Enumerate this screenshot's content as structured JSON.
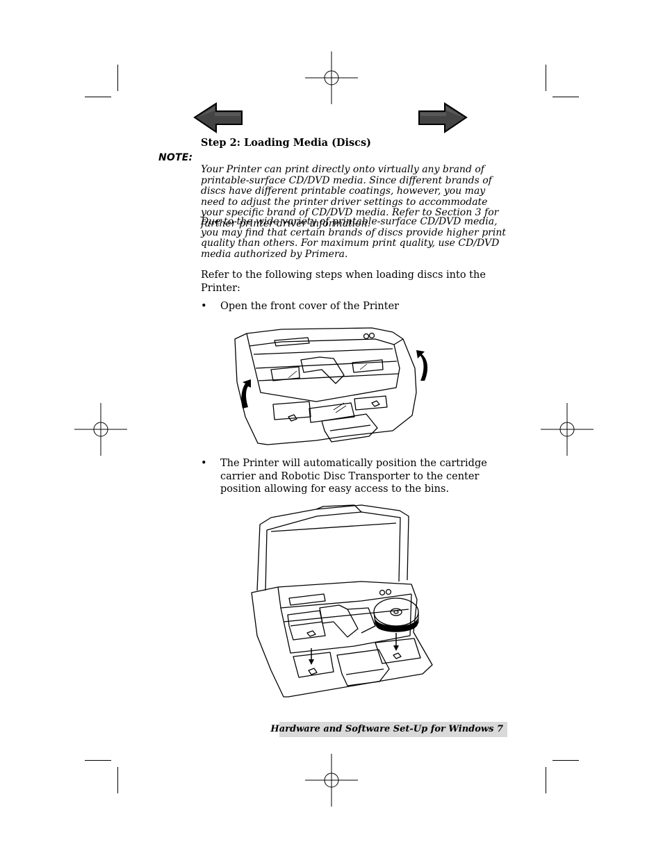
{
  "navigation": {
    "back_icon": "left-arrow-icon",
    "forward_icon": "right-arrow-icon"
  },
  "section": {
    "heading": "Step 2: Loading Media (Discs)"
  },
  "note": {
    "label": "NOTE:",
    "paragraph_1": "Your Printer can print directly onto virtually any brand of printable-surface CD/DVD media. Since different brands of discs have different printable coatings, however, you may need to adjust the printer driver settings to accommodate your specific brand of CD/DVD media. Refer to Section 3 for further printer driver information.",
    "paragraph_2": "Due to the wide variety of printable-surface CD/DVD media, you may find that certain brands of discs provide higher print quality than others. For maximum print quality, use CD/DVD media authorized by Primera."
  },
  "intro": "Refer to the following steps when loading discs into the Printer:",
  "steps": [
    {
      "bullet": "•",
      "text": "Open the front cover of the Printer"
    },
    {
      "bullet": "•",
      "text": "The Printer will automatically position the cartridge carrier and Robotic Disc Transporter to the center position allowing for easy access to the bins."
    }
  ],
  "footer": {
    "text": "Hardware and Software Set-Up for Windows  7"
  }
}
